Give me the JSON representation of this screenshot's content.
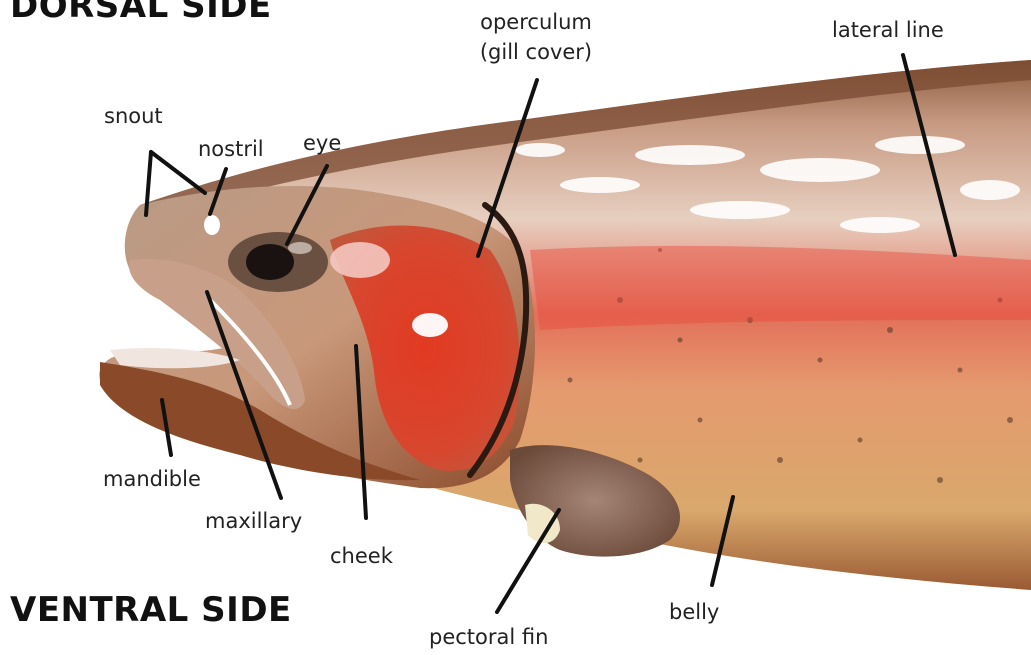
{
  "sides": {
    "dorsal": "DORSAL SIDE",
    "ventral": "VENTRAL SIDE"
  },
  "labels": {
    "snout": "snout",
    "nostril": "nostril",
    "eye": "eye",
    "operculum_line1": "operculum",
    "operculum_line2": "(gill cover)",
    "lateral_line": "lateral line",
    "mandible": "mandible",
    "maxillary": "maxillary",
    "cheek": "cheek",
    "pectoral_fin": "pectoral fin",
    "belly": "belly"
  }
}
